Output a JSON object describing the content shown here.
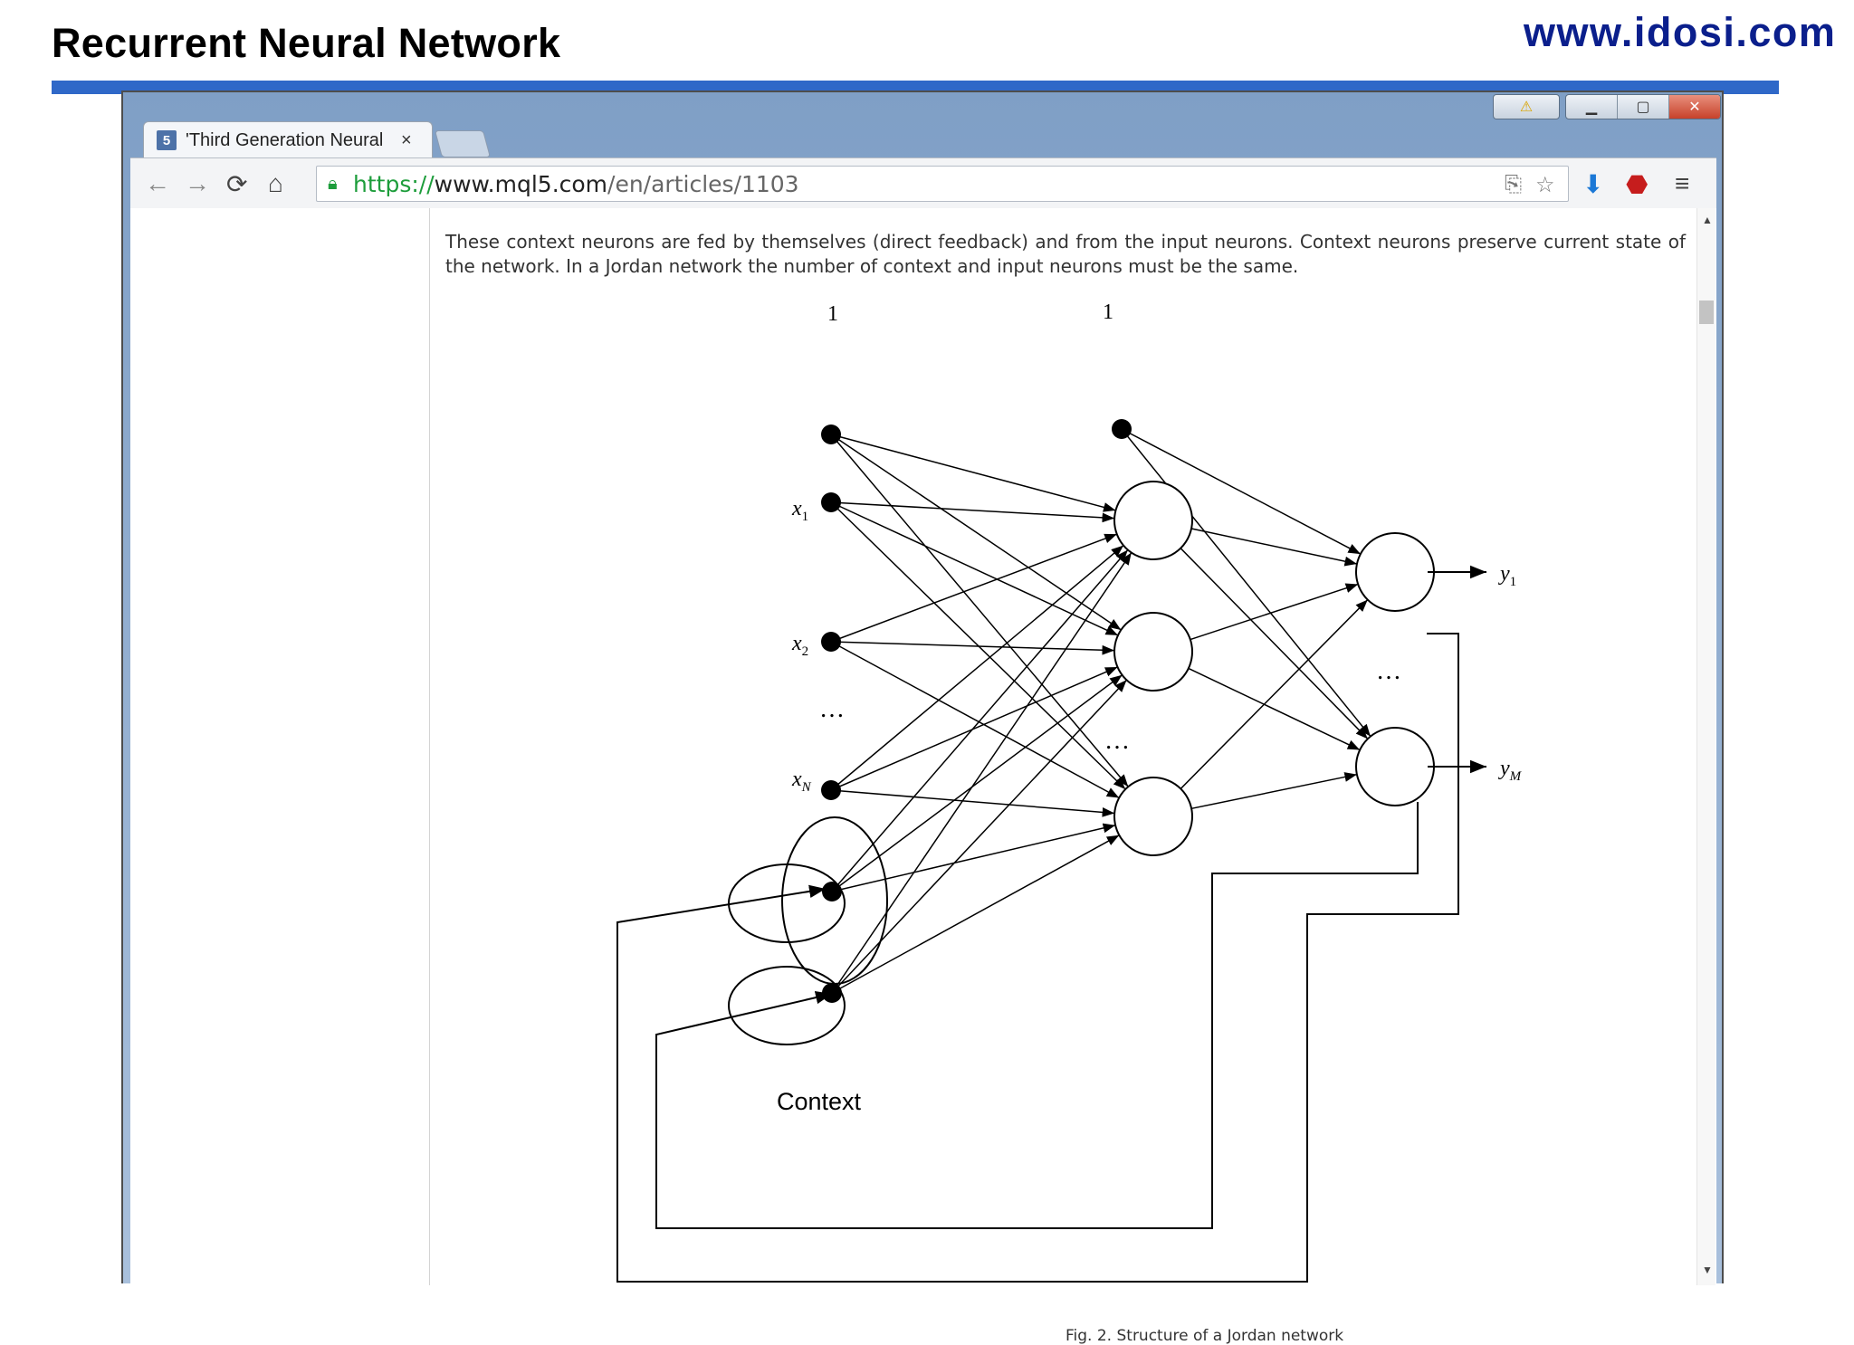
{
  "slide": {
    "title": "Recurrent Neural Network",
    "url": "www.idosi.com"
  },
  "browser": {
    "tab": {
      "favicon": "5",
      "title": "'Third Generation Neural",
      "close": "×"
    },
    "address": {
      "https": "https://",
      "host": "www.mql5.com",
      "path": "/en/articles/1103"
    },
    "icons": [
      "back-icon",
      "forward-icon",
      "reload-icon",
      "home-icon",
      "lock-icon",
      "translate-icon",
      "star-icon",
      "download-icon",
      "adblock-icon",
      "menu-icon"
    ]
  },
  "article": {
    "paragraph": "These context neurons are fed by themselves (direct feedback) and from the input neurons. Context neurons preserve current state of the network. In a Jordan network the number of context and input neurons must be the same.",
    "figure": {
      "bias_input": "1",
      "bias_hidden": "1",
      "inputs": [
        "x",
        "x",
        "x"
      ],
      "input_subscripts": [
        "1",
        "2",
        "N"
      ],
      "ellipsis": "…",
      "outputs": [
        "y",
        "y"
      ],
      "output_subscripts": [
        "1",
        "M"
      ],
      "context_label": "Context"
    },
    "caption": "Fig. 2. Structure of a Jordan network"
  }
}
